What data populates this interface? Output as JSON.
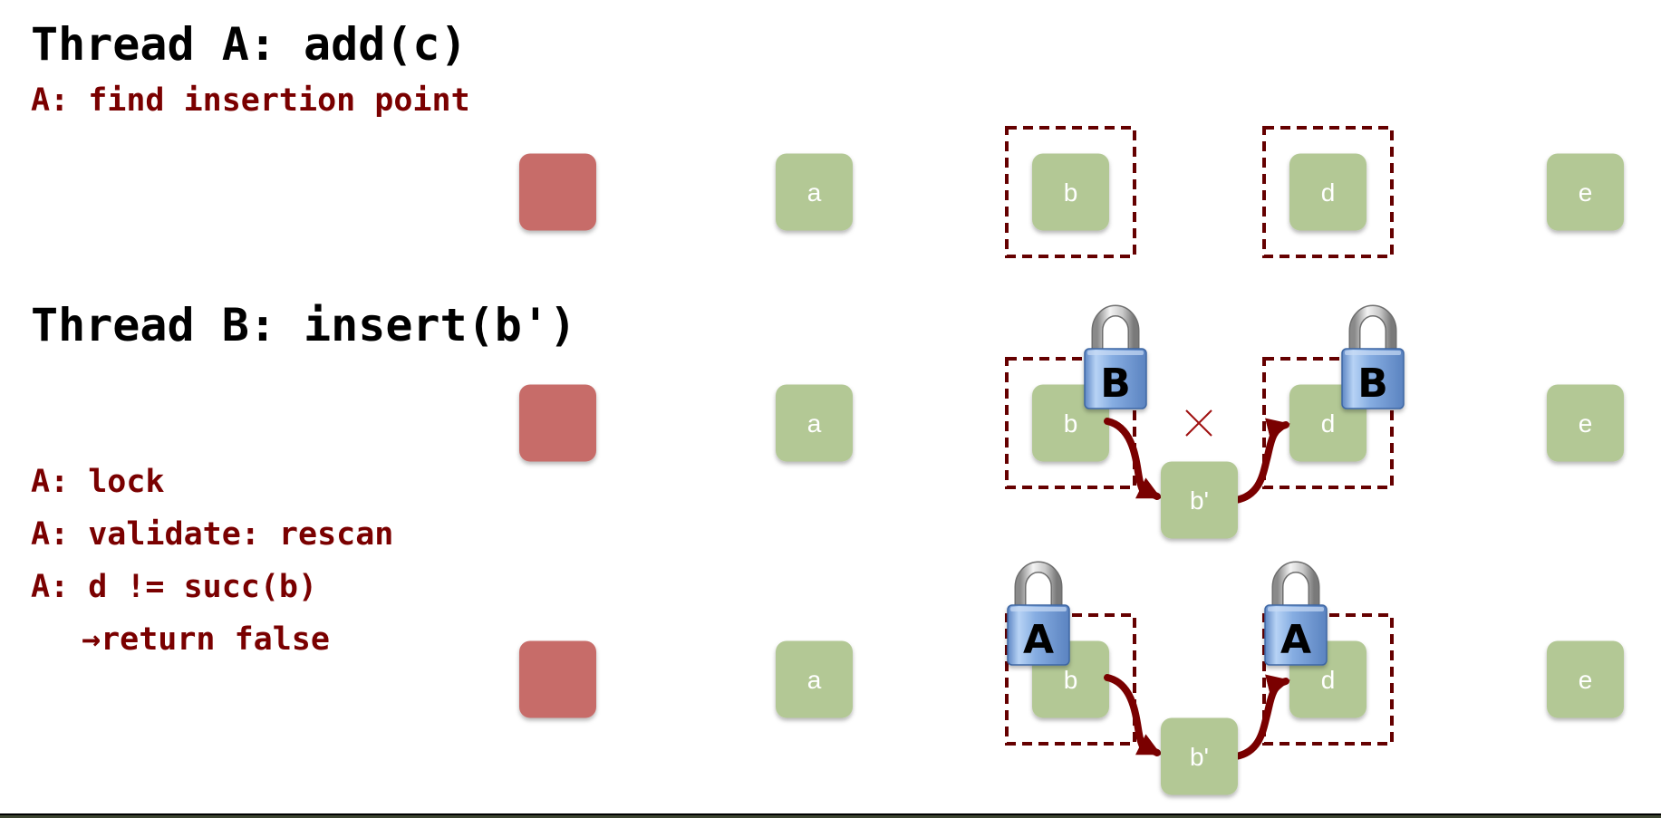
{
  "thread_a": {
    "title": "Thread A: add(c)",
    "step_find": "A: find insertion point"
  },
  "thread_b": {
    "title": "Thread B: insert(b')"
  },
  "steps": [
    "A: lock",
    "A: validate: rescan",
    "A: d != succ(b)",
    "→return false"
  ],
  "colors": {
    "head_node": "#c76c69",
    "node": "#b3c895",
    "dashed_box": "#650000",
    "curved_arrow": "#7a0000",
    "cross": "#a01010",
    "lock_body": "#7ba3da",
    "text_accent": "#7a0000"
  },
  "diagram": {
    "rows": [
      {
        "id": "row-thread-a",
        "nodes": [
          "",
          "a",
          "b",
          "d",
          "e"
        ],
        "dashed_boxes": [
          "b",
          "d"
        ],
        "locks": [],
        "inserted": null
      },
      {
        "id": "row-thread-b",
        "nodes": [
          "",
          "a",
          "b",
          "d",
          "e"
        ],
        "dashed_boxes": [
          "b",
          "d"
        ],
        "locks": [
          {
            "on": "b",
            "owner": "B"
          },
          {
            "on": "d",
            "owner": "B"
          }
        ],
        "inserted": {
          "label": "b'",
          "after": "b",
          "crossed_link": true
        }
      },
      {
        "id": "row-validate",
        "nodes": [
          "",
          "a",
          "b",
          "d",
          "e"
        ],
        "dashed_boxes": [
          "b",
          "d"
        ],
        "locks": [
          {
            "on": "b",
            "owner": "A"
          },
          {
            "on": "d",
            "owner": "A"
          }
        ],
        "inserted": {
          "label": "b'",
          "after": "b",
          "crossed_link": false
        }
      }
    ]
  }
}
